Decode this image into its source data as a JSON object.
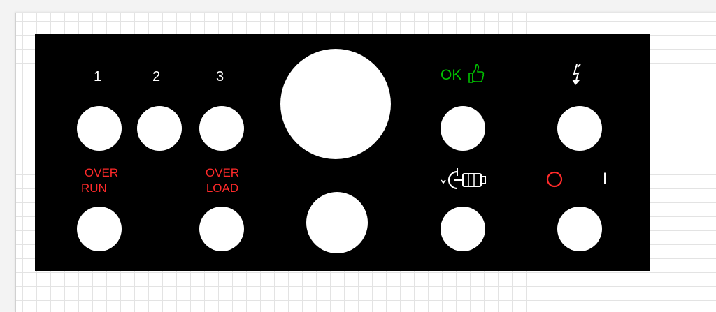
{
  "panel": {
    "labels": {
      "l1": "1",
      "l2": "2",
      "l3": "3",
      "overrun_line1": "OVER",
      "overrun_line2": "RUN",
      "overload_line1": "OVER",
      "overload_line2": "LOAD",
      "ok": "OK",
      "on_symbol": "I"
    },
    "icons": {
      "ok_icon": "thumbs-up-icon",
      "fault_icon": "lightning-bolt-icon",
      "motor_icon": "motor-rotation-icon",
      "off_icon": "circle-off-icon"
    },
    "colors": {
      "panel": "#000000",
      "hole": "#ffffff",
      "red_text": "#ff2a2a",
      "green_text": "#00c000",
      "white_text": "#ffffff"
    }
  }
}
